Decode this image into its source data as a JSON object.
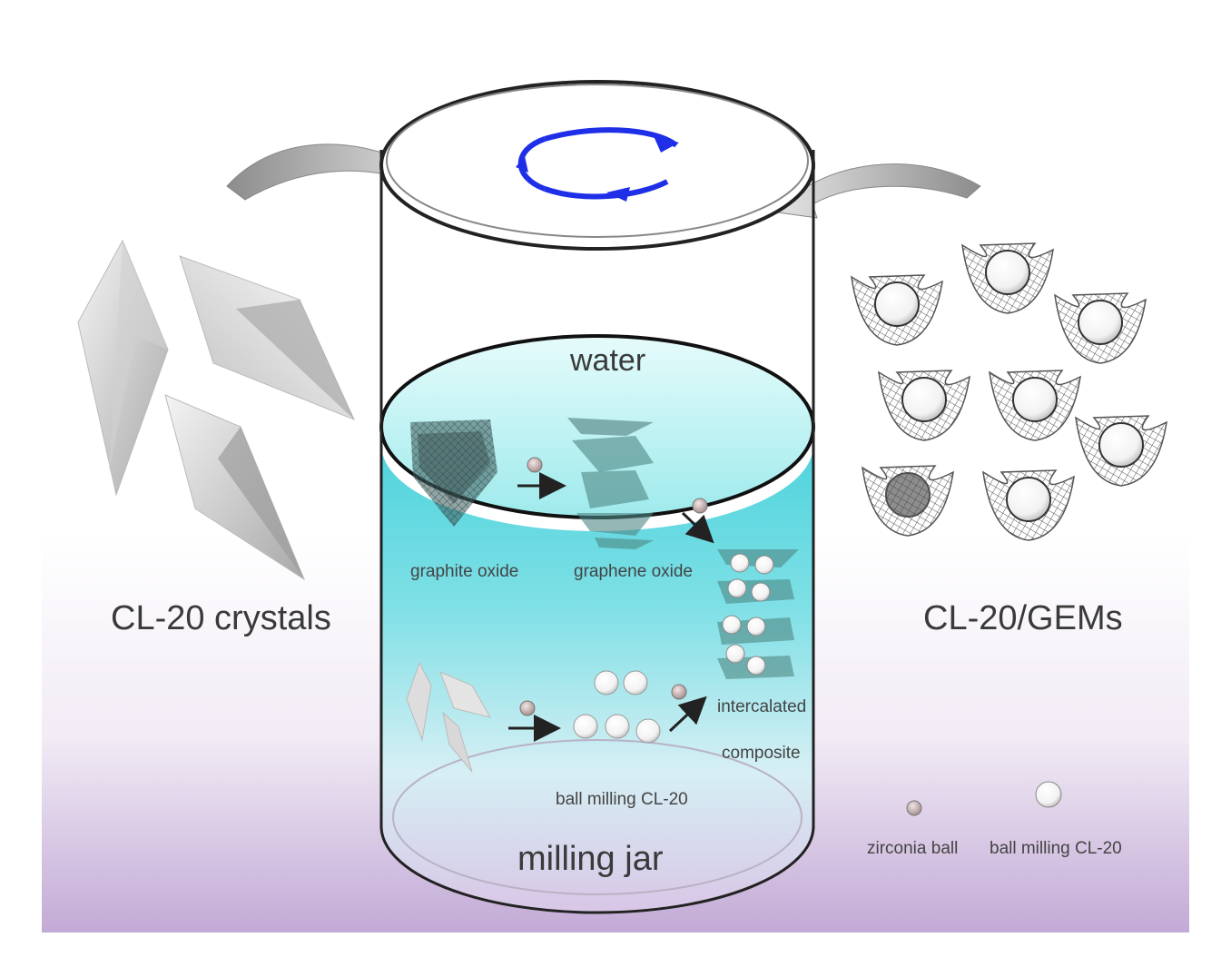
{
  "labels": {
    "left_title": "CL-20 crystals",
    "right_title": "CL-20/GEMs",
    "water": "water",
    "jar": "milling jar",
    "graphite_oxide": "graphite oxide",
    "graphene_oxide": "graphene oxide",
    "intercalated_line1": "intercalated",
    "intercalated_line2": "composite",
    "ball_milling_center": "ball milling CL-20"
  },
  "legend": {
    "zirconia_ball": "zirconia ball",
    "ball_milling": "ball milling CL-20"
  },
  "colors": {
    "water": "#5fd8df",
    "water_surface": "#aef0f0",
    "rotation_arrow": "#1f2fe8",
    "background_bottom": "#c6b0d8",
    "crystal_light": "#e8e8e8",
    "crystal_dark": "#9a9a9a"
  }
}
